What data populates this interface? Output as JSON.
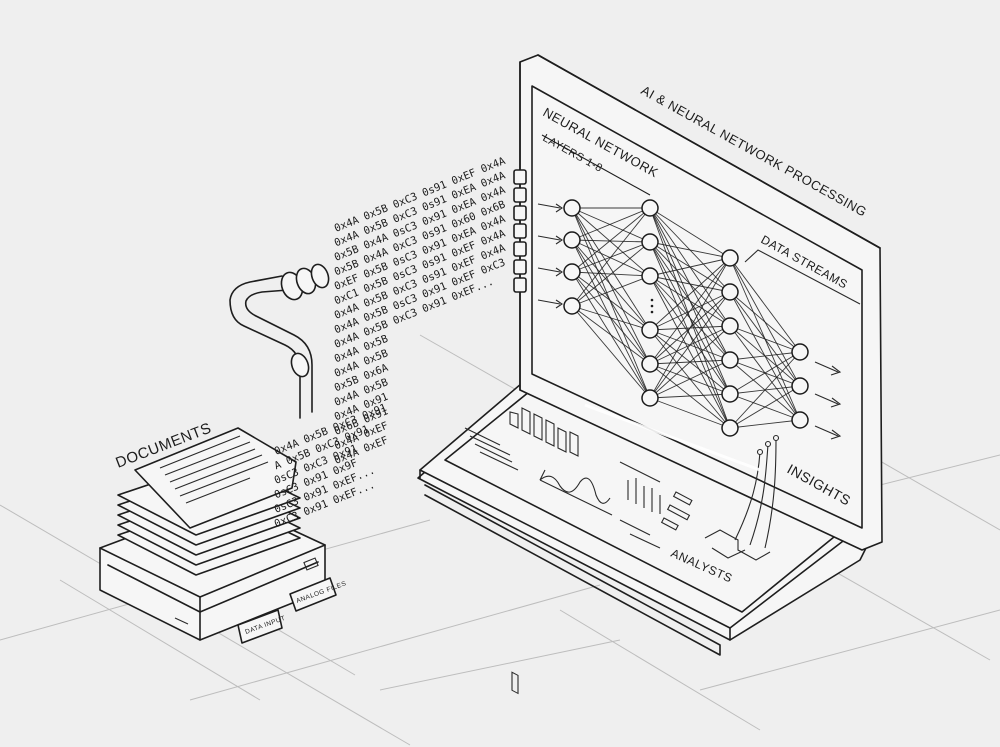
{
  "labels": {
    "documents": "DOCUMENTS",
    "data_input": "DATA INPUT",
    "analog_files": "ANALOG FILES",
    "title": "AI & NEURAL NETWORK PROCESSING",
    "neural_network": "NEURAL NETWORK",
    "layers": "LAYERS 1-8",
    "data_streams": "DATA STREAMS",
    "insights": "INSIGHTS",
    "analysts": "ANALYSTS"
  },
  "hex_lines_upper": [
    "0x4A 0x5B 0xC3 0s91 0xEF 0x4A",
    "0x4A 0x5B 0xC3 0s91 0xEA 0x4A",
    "0x5B 0x4A 0sC3 0x91 0xEA 0x4A",
    "0x5B 0x4A 0xC3 0s91 0x60 0x6B",
    "0xEF 0x5B 0sC3 0x91 0xEA 0x4A",
    "0xC1 0x5B 0sC3 0s91 0xEF 0x4A",
    "0x4A 0x5B 0xC3 0s91 0xEF 0x4A",
    "0x4A 0x5B 0sC3 0x91 0xEF 0xC3",
    "0x4A 0x5B 0xC3 0x91 0xEF...",
    "0x4A 0x5B",
    "0x4A 0x5B",
    "0x5B 0x6A",
    "0x4A 0x5B",
    "0x4A 0x91",
    "0x6B 0x91",
    "0x4A 0xEF",
    "0x4A 0xEF"
  ],
  "hex_lines_lower": [
    "0x4A 0x5B 0xC3 0x91",
    "A 0x5B 0xC3 0x91",
    "0sC3 0xC3 0x91",
    "0sC3 0x91 0x9F",
    "0sC3 0x91 0xEF...",
    "0xC3 0x91 0xEF..."
  ],
  "colors": {
    "background": "#efefef",
    "ink": "#1e1e1e",
    "grid": "#bdbdbd"
  }
}
